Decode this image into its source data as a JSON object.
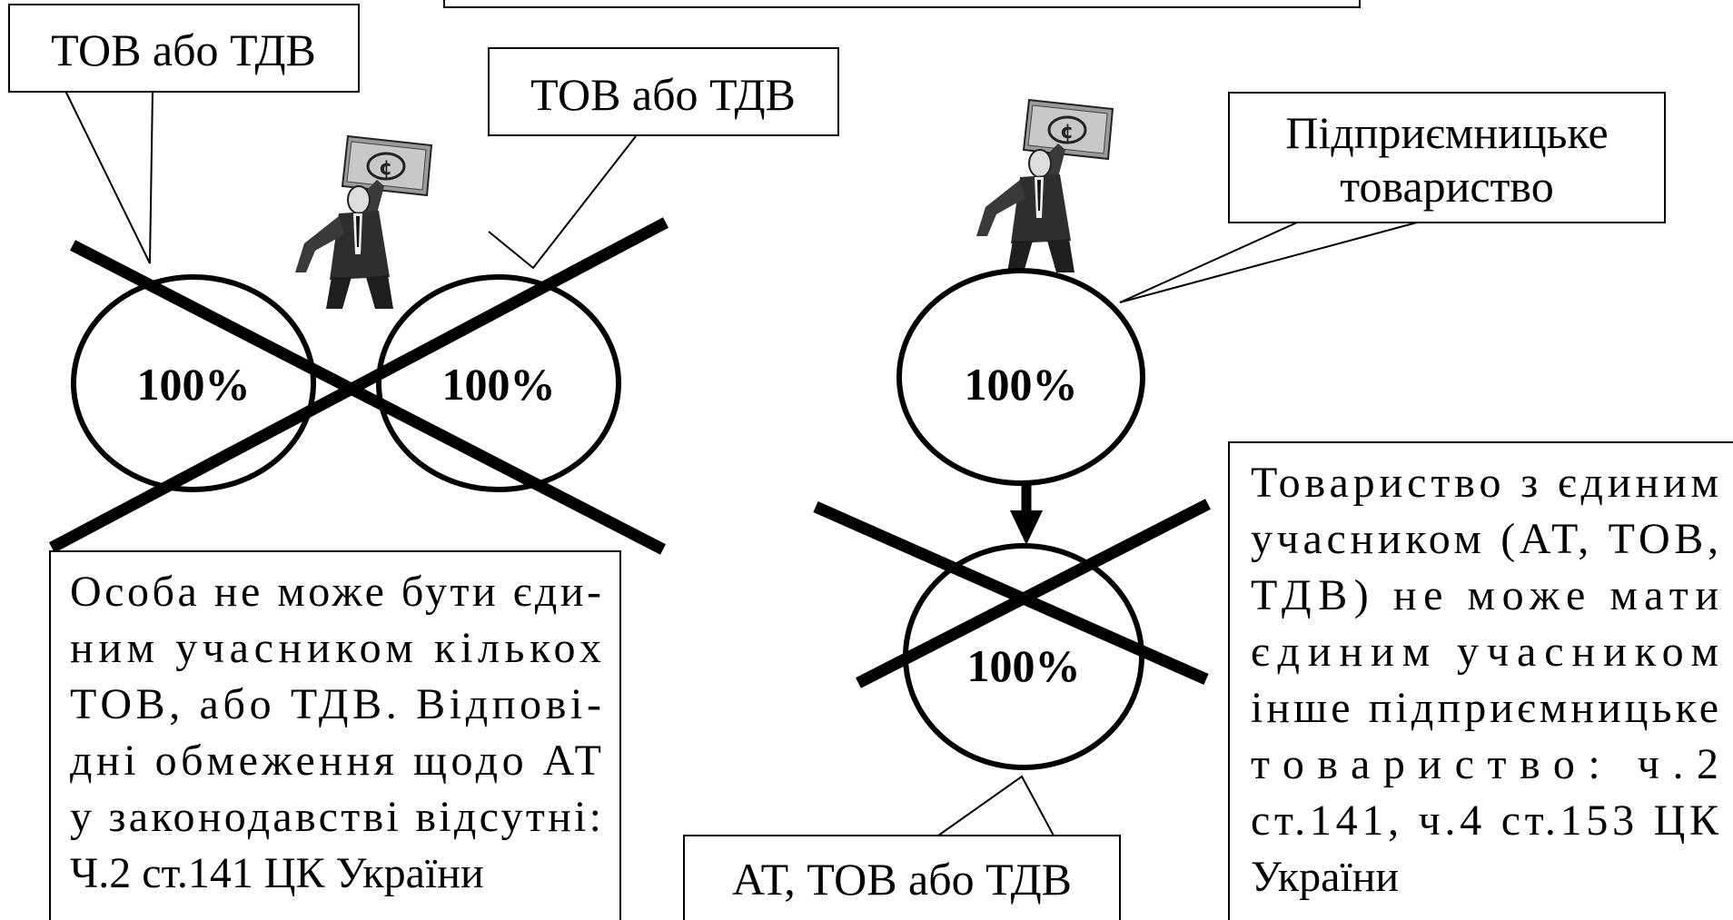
{
  "diagram": {
    "left": {
      "label_1": "ТОВ або ТДВ",
      "label_2": "ТОВ або ТДВ",
      "circle_1_pct": "100%",
      "circle_2_pct": "100%",
      "note_lines": [
        "Особа не може бути єди-",
        "ним учасником кількох",
        "ТОВ, або ТДВ. Відпові-",
        "дні обмеження щодо АТ",
        "у законодавстві відсутні:",
        "Ч.2 ст.141 ЦК України"
      ]
    },
    "right": {
      "label_top_lines": [
        "Підприємницьке",
        "товариство"
      ],
      "top_circle_pct": "100%",
      "bottom_circle_pct": "100%",
      "label_bottom": "АТ, ТОВ або ТДВ",
      "note_lines": [
        "Товариство з єдиним",
        "учасником (АТ, ТОВ,",
        "ТДВ) не може мати",
        "єдиним учасником",
        "інше підприємницьке",
        "товариство: ч.2",
        "ст.141, ч.4 ст.153 ЦК",
        "України"
      ]
    },
    "icons": [
      "businessman-with-money-flag-icon",
      "businessman-with-money-flag-icon"
    ]
  }
}
